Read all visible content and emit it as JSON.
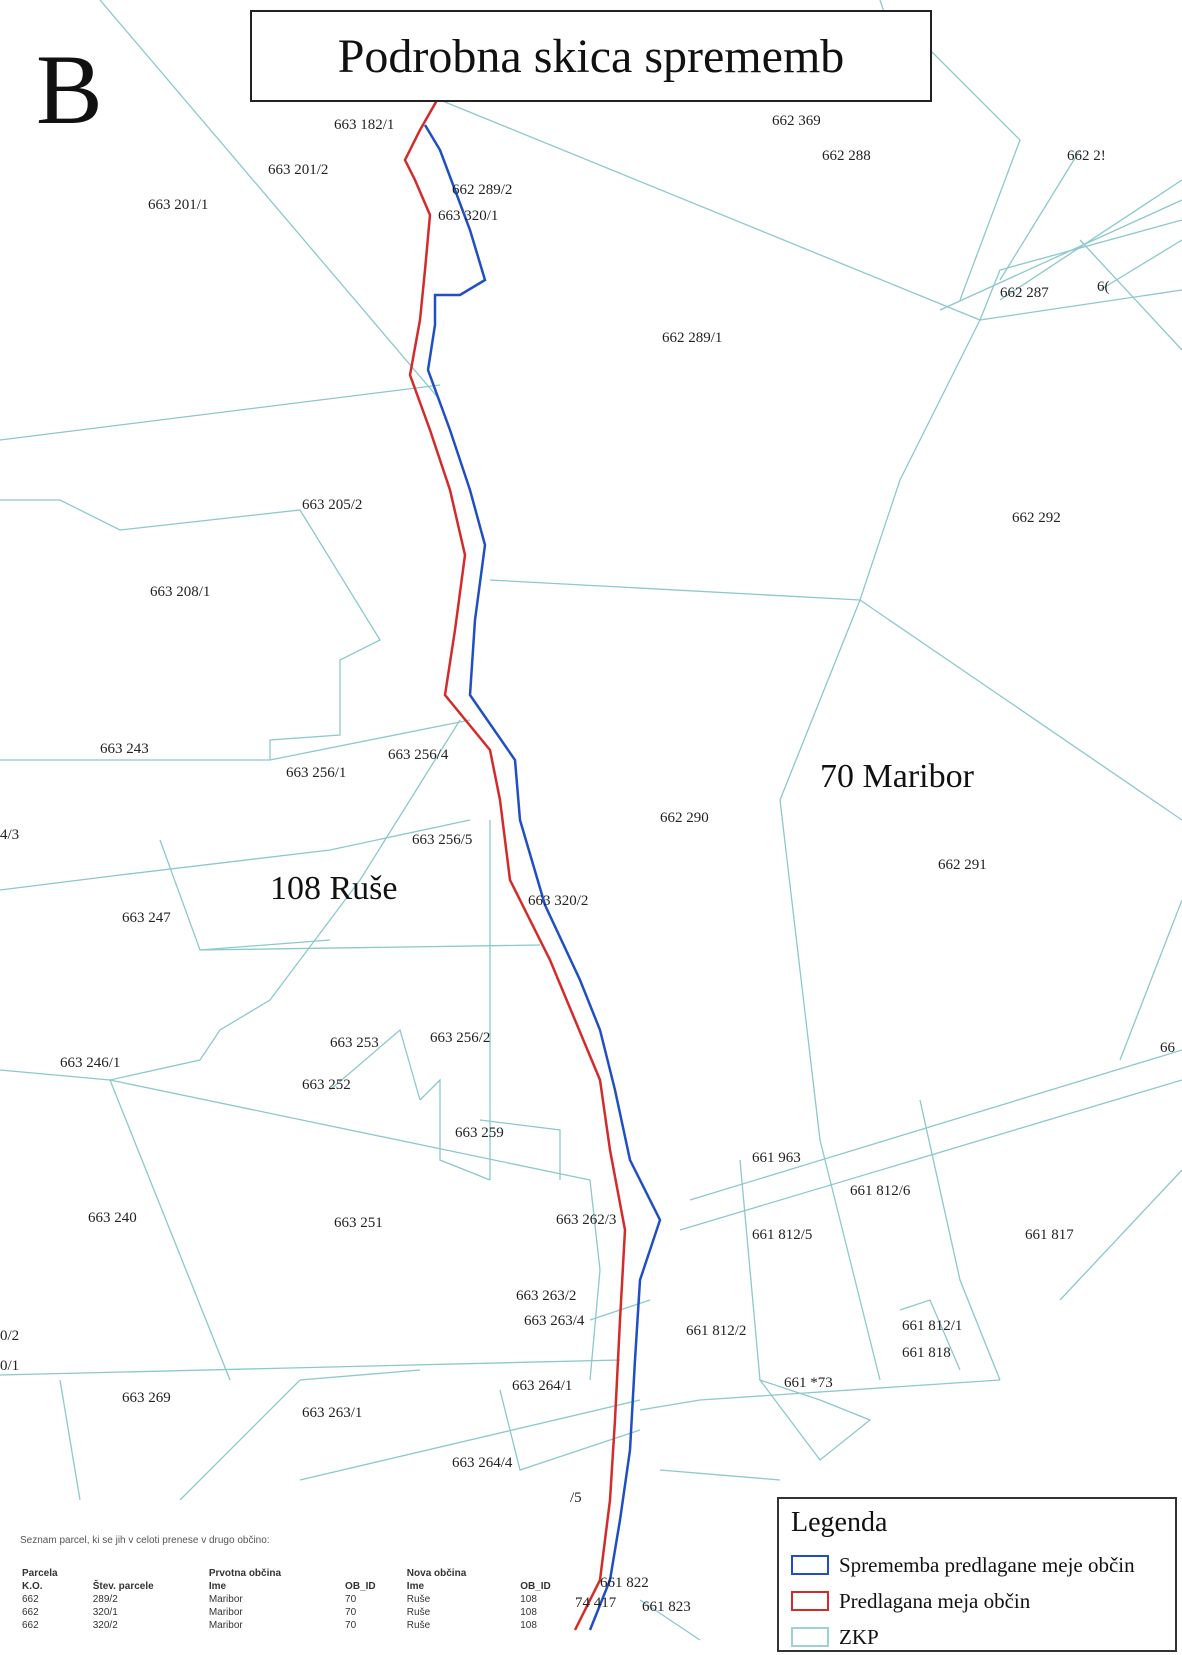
{
  "title": "Podrobna skica sprememb",
  "panel_letter": "B",
  "municipalities": [
    "70 Maribor",
    "108 Ruše"
  ],
  "parcels": [
    "663 182/1",
    "662 369",
    "662 288",
    "662 2!",
    "663 201/2",
    "662 289/2",
    "663 201/1",
    "663 320/1",
    "662 287",
    "6(",
    "662 289/1",
    "662 292",
    "663 205/2",
    "663 208/1",
    "663 243",
    "663 256/1",
    "663 256/4",
    "4/3",
    "662 290",
    "663 256/5",
    "662 291",
    "663 320/2",
    "663 247",
    "663 253",
    "663 256/2",
    "66",
    "663 246/1",
    "663 252",
    "663 259",
    "661 963",
    "661 812/6",
    "663 240",
    "663 251",
    "663 262/3",
    "661 812/5",
    "661 817",
    "663 263/2",
    "663 263/4",
    "661 812/2",
    "661 812/1",
    "0/2",
    "661 818",
    "0/1",
    "663 269",
    "663 264/1",
    "661 *73",
    "663 263/1",
    "663 264/4",
    "/5",
    "661 822",
    "74 417",
    "661 823"
  ],
  "legend": {
    "title": "Legenda",
    "items": [
      {
        "label": "Sprememba predlagane meje občin",
        "color": "#1f4fc4"
      },
      {
        "label": "Predlagana meja občin",
        "color": "#d42a2a"
      },
      {
        "label": "ZKP",
        "color": "#9fd0d3"
      }
    ]
  },
  "colors": {
    "blue_line": "#1f4fc4",
    "red_line": "#d42a2a",
    "zkp_line": "#8cc8cc"
  },
  "parcel_table": {
    "caption": "Seznam parcel, ki se jih v celoti prenese v drugo občino:",
    "group_headers": [
      "Parcela",
      "",
      "Prvotna občina",
      "",
      "Nova občina",
      ""
    ],
    "columns": [
      "K.O.",
      "Štev. parcele",
      "Ime",
      "OB_ID",
      "Ime",
      "OB_ID"
    ],
    "rows": [
      [
        "662",
        "289/2",
        "Maribor",
        "70",
        "Ruše",
        "108"
      ],
      [
        "662",
        "320/1",
        "Maribor",
        "70",
        "Ruše",
        "108"
      ],
      [
        "662",
        "320/2",
        "Maribor",
        "70",
        "Ruše",
        "108"
      ]
    ]
  }
}
